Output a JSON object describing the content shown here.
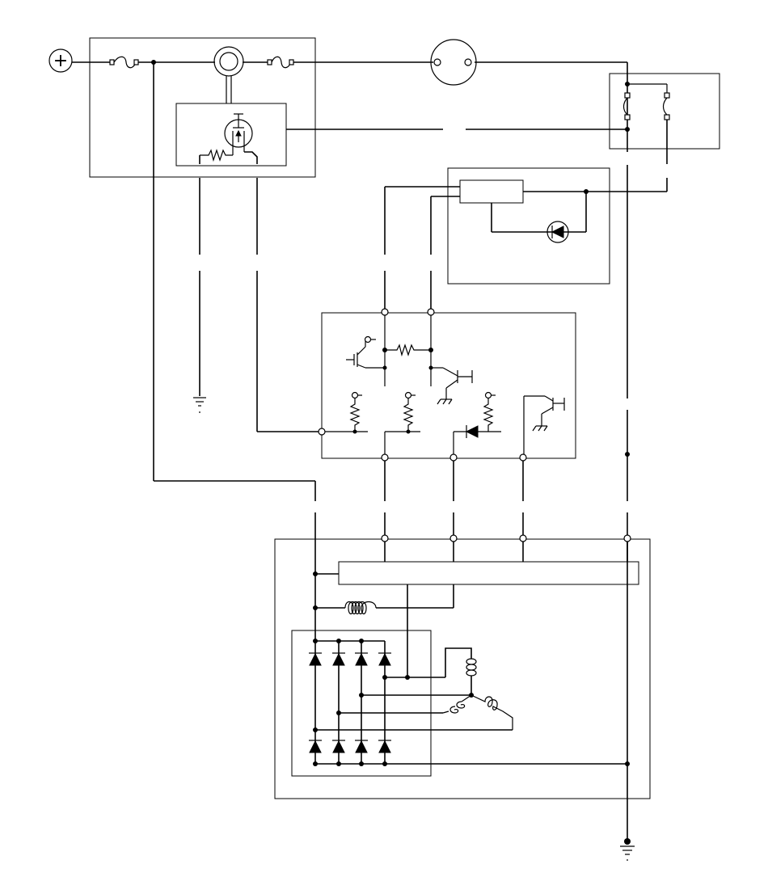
{
  "diagram": {
    "battery_symbol": "+",
    "components": [
      "battery-positive-terminal",
      "fuse-main",
      "ignition-switch",
      "fuse-secondary",
      "charge-warning-lamp",
      "relay-unit",
      "power-transistor-module",
      "diode-module",
      "voltage-regulator",
      "alternator",
      "field-coil",
      "stator-coils",
      "rectifier-bridge",
      "chassis-ground"
    ],
    "colors": {
      "line": "#000000",
      "background": "#ffffff"
    }
  }
}
